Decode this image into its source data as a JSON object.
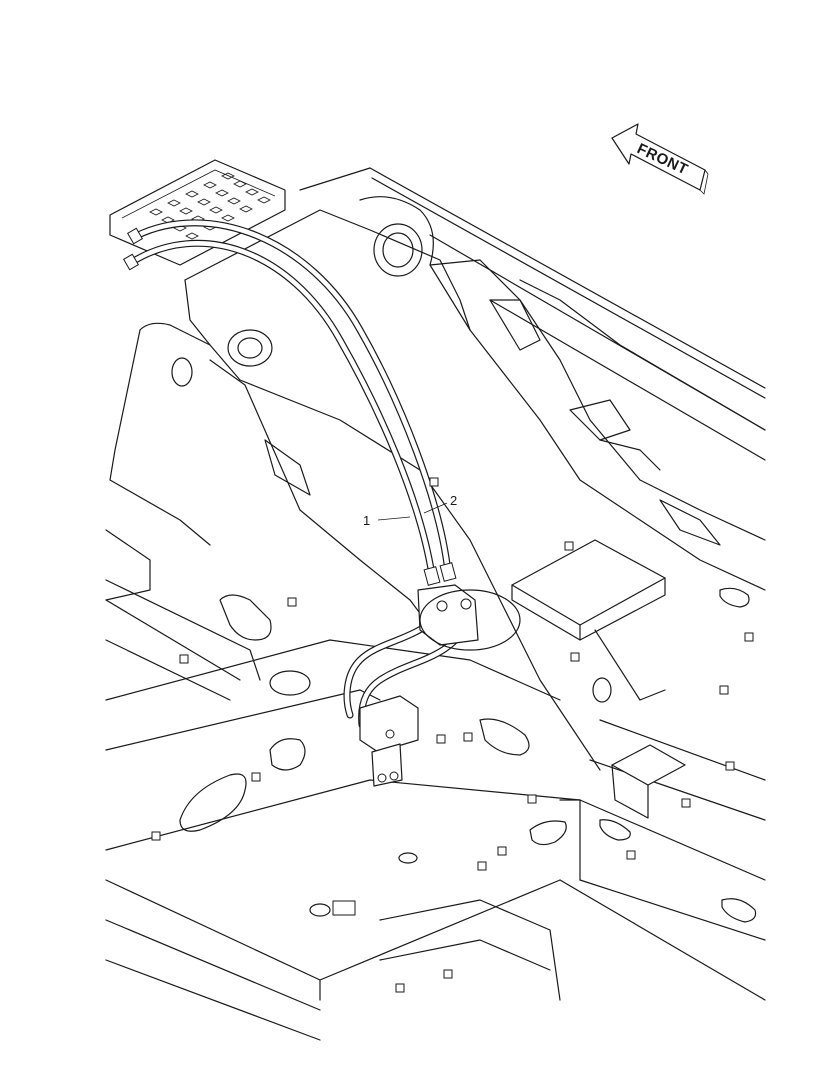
{
  "direction_arrow": {
    "label": "FRONT"
  },
  "callouts": [
    {
      "id": "callout-1",
      "label": "1"
    },
    {
      "id": "callout-2",
      "label": "2"
    }
  ]
}
